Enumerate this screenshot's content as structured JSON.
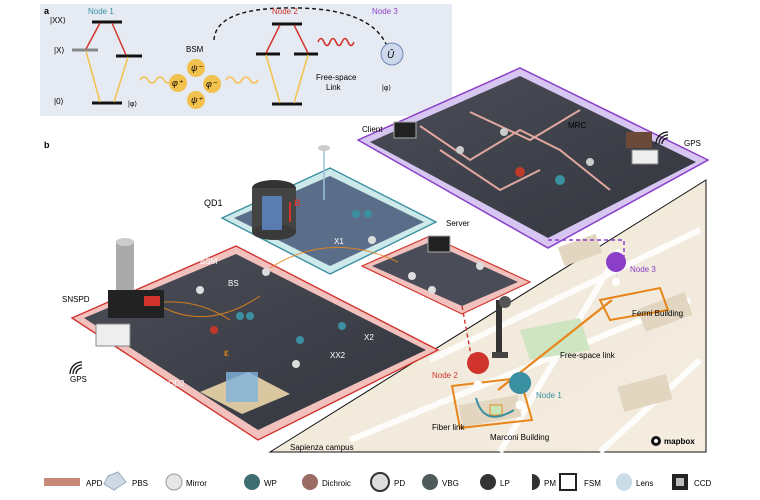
{
  "panel_a": {
    "label": "a",
    "levels": [
      "|XX⟩",
      "|X⟩",
      "|0⟩"
    ],
    "node1": "Node 1",
    "node2": "Node 2",
    "node3": "Node 3",
    "psi_ket": "|φ⟩",
    "bsm": "BSM",
    "bell_states": [
      "ψ⁻",
      "φ⁺",
      "φ⁻",
      "ψ⁺"
    ],
    "unitary": "Û",
    "free_space_link": "Free-space\nLink",
    "psi_ket2": "|φ⟩",
    "colors": {
      "node1": "#3a8fa0",
      "node2": "#d0342c",
      "node3": "#8b3fc8",
      "panel_bg": "#e6ebf3",
      "bell": "#f2c14e"
    }
  },
  "panel_b": {
    "label": "b",
    "labels": {
      "client": "Client",
      "mrc": "MRC",
      "gps_client": "GPS",
      "qd1": "QD1",
      "b_field": "B",
      "x1": "X1",
      "server": "Server",
      "snspd": "SNSPD",
      "bsm": "BSM",
      "bs": "BS",
      "epsilon": "ε",
      "x2": "X2",
      "xx2": "XX2",
      "qd2": "QD2",
      "gps_lab": "GPS",
      "node3": "Node 3",
      "fermi": "Fermi Building",
      "free_space_link": "Free-space link",
      "node2": "Node 2",
      "node1": "Node 1",
      "fiber_link": "Fiber link",
      "marconi": "Marconi Building",
      "campus": "Sapienza campus",
      "mapbox": "mapbox"
    }
  },
  "legend": [
    {
      "icon": "apd-icon",
      "label": "APD"
    },
    {
      "icon": "pbs-icon",
      "label": "PBS"
    },
    {
      "icon": "mirror-icon",
      "label": "Mirror"
    },
    {
      "icon": "wp-icon",
      "label": "WP"
    },
    {
      "icon": "dichroic-icon",
      "label": "Dichroic"
    },
    {
      "icon": "pd-icon",
      "label": "PD"
    },
    {
      "icon": "vbg-icon",
      "label": "VBG"
    },
    {
      "icon": "lp-icon",
      "label": "LP"
    },
    {
      "icon": "pm-icon",
      "label": "PM"
    },
    {
      "icon": "fsm-icon",
      "label": "FSM"
    },
    {
      "icon": "lens-icon",
      "label": "Lens"
    },
    {
      "icon": "ccd-icon",
      "label": "CCD"
    }
  ]
}
